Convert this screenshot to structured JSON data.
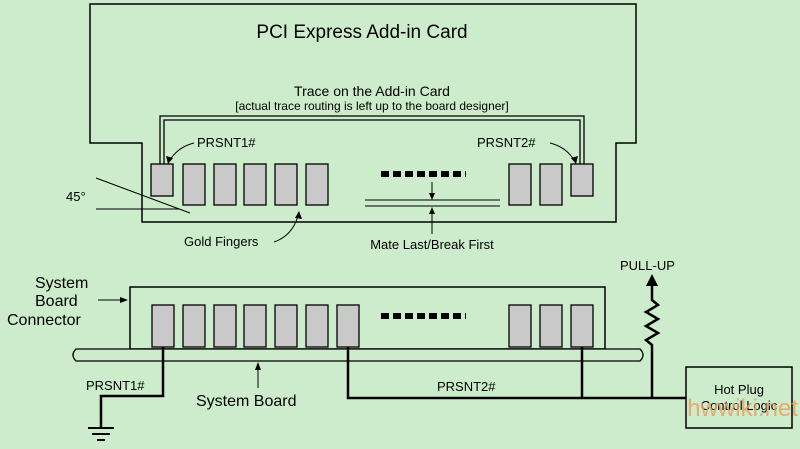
{
  "background": "#cdeccb",
  "card": {
    "title": "PCI Express Add-in Card",
    "trace_label": "Trace on the Add-in Card",
    "trace_note": "[actual trace routing is left up to the board designer]",
    "presence1_label": "PRSNT1#",
    "presence2_label": "PRSNT2#",
    "angle_label": "45°",
    "gold_fingers_label": "Gold Fingers",
    "mate_label": "Mate Last/Break First"
  },
  "board": {
    "connector_label_line1": "System",
    "connector_label_line2": "Board",
    "connector_label_line3": "Connector",
    "system_board_label": "System Board",
    "presence1_label": "PRSNT1#",
    "presence2_label": "PRSNT2#",
    "pullup_label": "PULL-UP",
    "hotplug_line1": "Hot Plug",
    "hotplug_line2": "Control Logic"
  },
  "watermark": {
    "text": "hwwiki.net",
    "color": "#e8a060"
  }
}
